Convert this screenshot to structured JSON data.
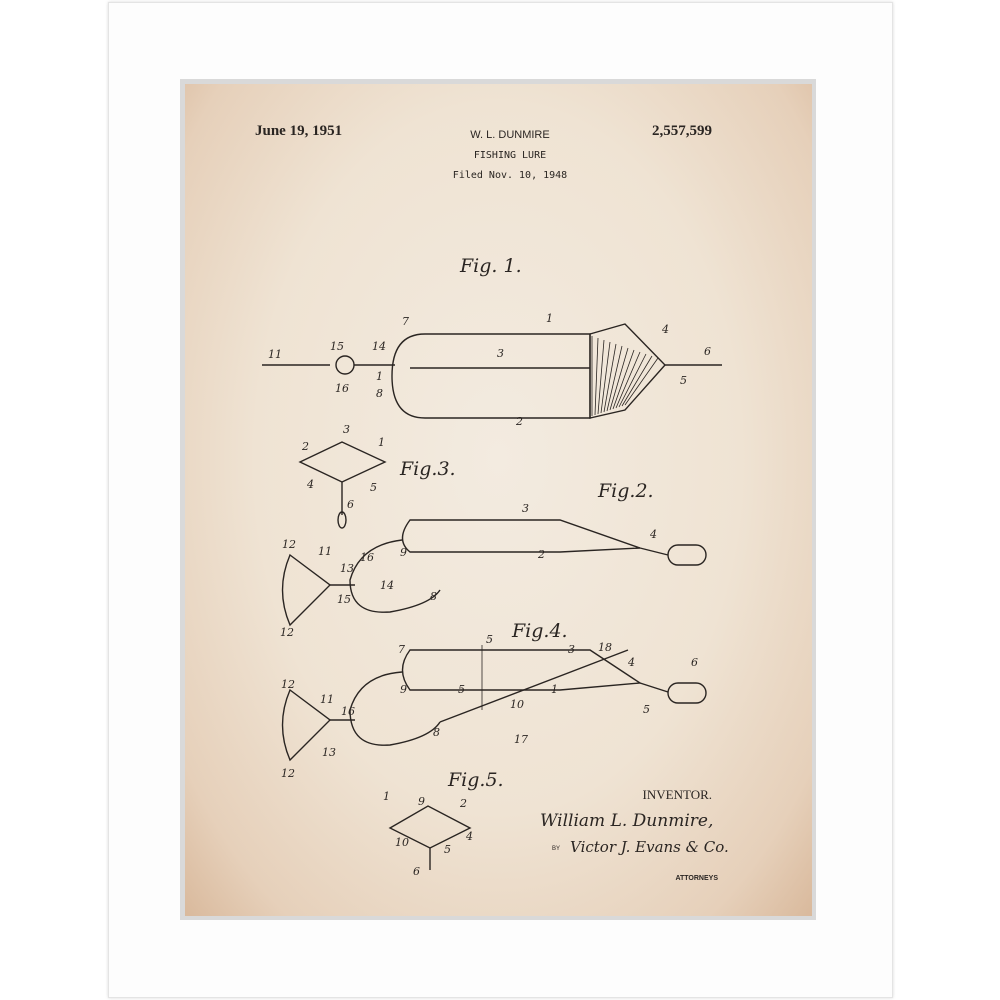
{
  "header": {
    "date": "June 19, 1951",
    "inventor_short": "W. L. DUNMIRE",
    "title": "FISHING LURE",
    "filed": "Filed Nov. 10, 1948",
    "patent_number": "2,557,599"
  },
  "figures": {
    "fig1": {
      "title": "Fig. 1.",
      "callouts": [
        "11",
        "15",
        "16",
        "14",
        "1",
        "8",
        "7",
        "1",
        "3",
        "4",
        "6",
        "5",
        "2"
      ]
    },
    "fig3": {
      "title": "Fig.3.",
      "callouts": [
        "2",
        "3",
        "1",
        "4",
        "5",
        "6"
      ]
    },
    "fig2": {
      "title": "Fig.2.",
      "callouts": [
        "3",
        "4",
        "2",
        "9",
        "11",
        "12",
        "16",
        "13",
        "14",
        "15",
        "8",
        "12"
      ]
    },
    "fig4": {
      "title": "Fig.4.",
      "callouts": [
        "5",
        "18",
        "3",
        "4",
        "6",
        "5",
        "7",
        "9",
        "10",
        "1",
        "5",
        "11",
        "12",
        "16",
        "13",
        "8",
        "17",
        "12"
      ]
    },
    "fig5": {
      "title": "Fig.5.",
      "callouts": [
        "1",
        "9",
        "2",
        "10",
        "5",
        "4",
        "6"
      ]
    }
  },
  "signature": {
    "inventor_label": "INVENTOR.",
    "inventor_name": "William L. Dunmire,",
    "by": "BY",
    "attorney_name": "Victor J. Evans & Co.",
    "attorneys_label": "ATTORNEYS"
  },
  "colors": {
    "frame": "#fdfdfd",
    "paper": "#efe3d3",
    "ink": "#2a2522"
  }
}
